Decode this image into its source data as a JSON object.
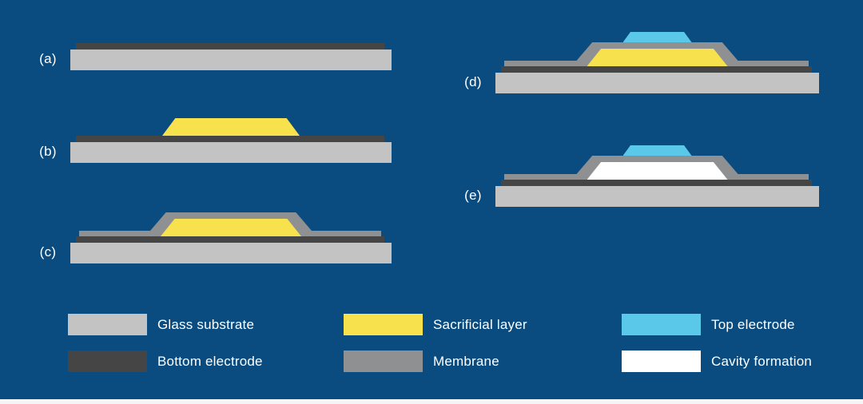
{
  "figure": {
    "steps": [
      {
        "label": "(a)"
      },
      {
        "label": "(b)"
      },
      {
        "label": "(c)"
      },
      {
        "label": "(d)"
      },
      {
        "label": "(e)"
      }
    ],
    "legend": [
      {
        "label": "Glass substrate",
        "color_key": "glass"
      },
      {
        "label": "Bottom electrode",
        "color_key": "bottom_electrode"
      },
      {
        "label": "Sacrificial layer",
        "color_key": "sacrificial"
      },
      {
        "label": "Membrane",
        "color_key": "membrane"
      },
      {
        "label": "Top electrode",
        "color_key": "top_electrode"
      },
      {
        "label": "Cavity formation",
        "color_key": "cavity"
      }
    ]
  },
  "colors": {
    "background": "#0a4c80",
    "glass": "#c3c3c3",
    "bottom_electrode": "#454545",
    "sacrificial": "#f7e14d",
    "membrane": "#8f9092",
    "top_electrode": "#5ac8e8",
    "cavity": "#ffffff",
    "text": "#ffffff",
    "footer_strip": "#f5f5f5"
  }
}
